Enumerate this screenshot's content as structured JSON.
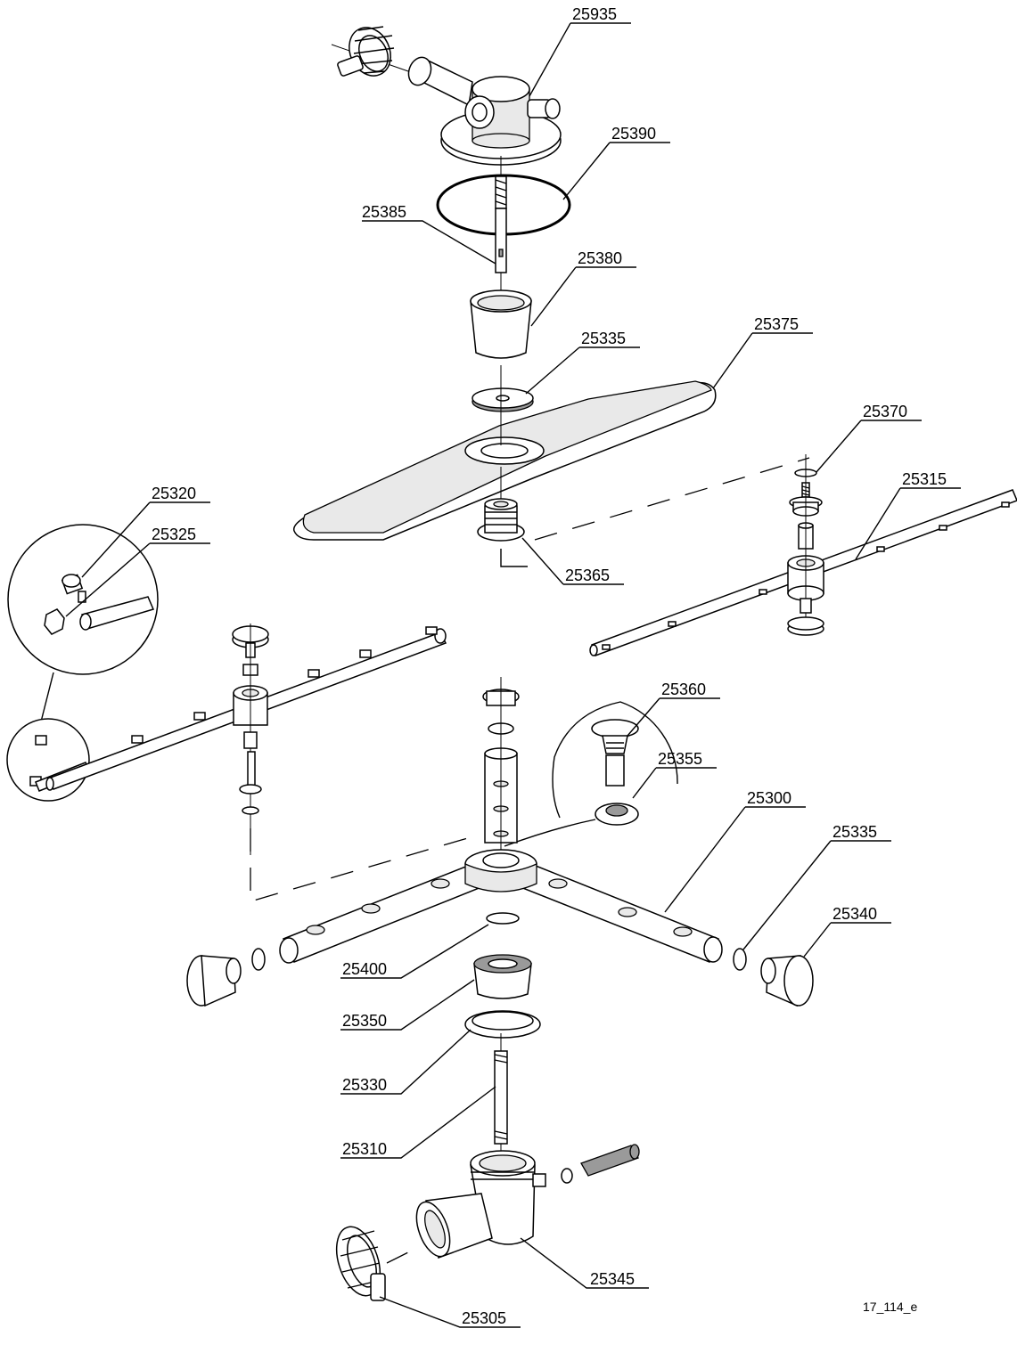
{
  "drawing_ref": "17_114_e",
  "parts": [
    {
      "id": "p25935",
      "number": "25935"
    },
    {
      "id": "p25390",
      "number": "25390"
    },
    {
      "id": "p25385",
      "number": "25385"
    },
    {
      "id": "p25380",
      "number": "25380"
    },
    {
      "id": "p25335a",
      "number": "25335"
    },
    {
      "id": "p25375",
      "number": "25375"
    },
    {
      "id": "p25370",
      "number": "25370"
    },
    {
      "id": "p25315",
      "number": "25315"
    },
    {
      "id": "p25365",
      "number": "25365"
    },
    {
      "id": "p25320",
      "number": "25320"
    },
    {
      "id": "p25325",
      "number": "25325"
    },
    {
      "id": "p25360",
      "number": "25360"
    },
    {
      "id": "p25355",
      "number": "25355"
    },
    {
      "id": "p25300",
      "number": "25300"
    },
    {
      "id": "p25335b",
      "number": "25335"
    },
    {
      "id": "p25340",
      "number": "25340"
    },
    {
      "id": "p25400",
      "number": "25400"
    },
    {
      "id": "p25350",
      "number": "25350"
    },
    {
      "id": "p25330",
      "number": "25330"
    },
    {
      "id": "p25310",
      "number": "25310"
    },
    {
      "id": "p25345",
      "number": "25345"
    },
    {
      "id": "p25305",
      "number": "25305"
    }
  ]
}
